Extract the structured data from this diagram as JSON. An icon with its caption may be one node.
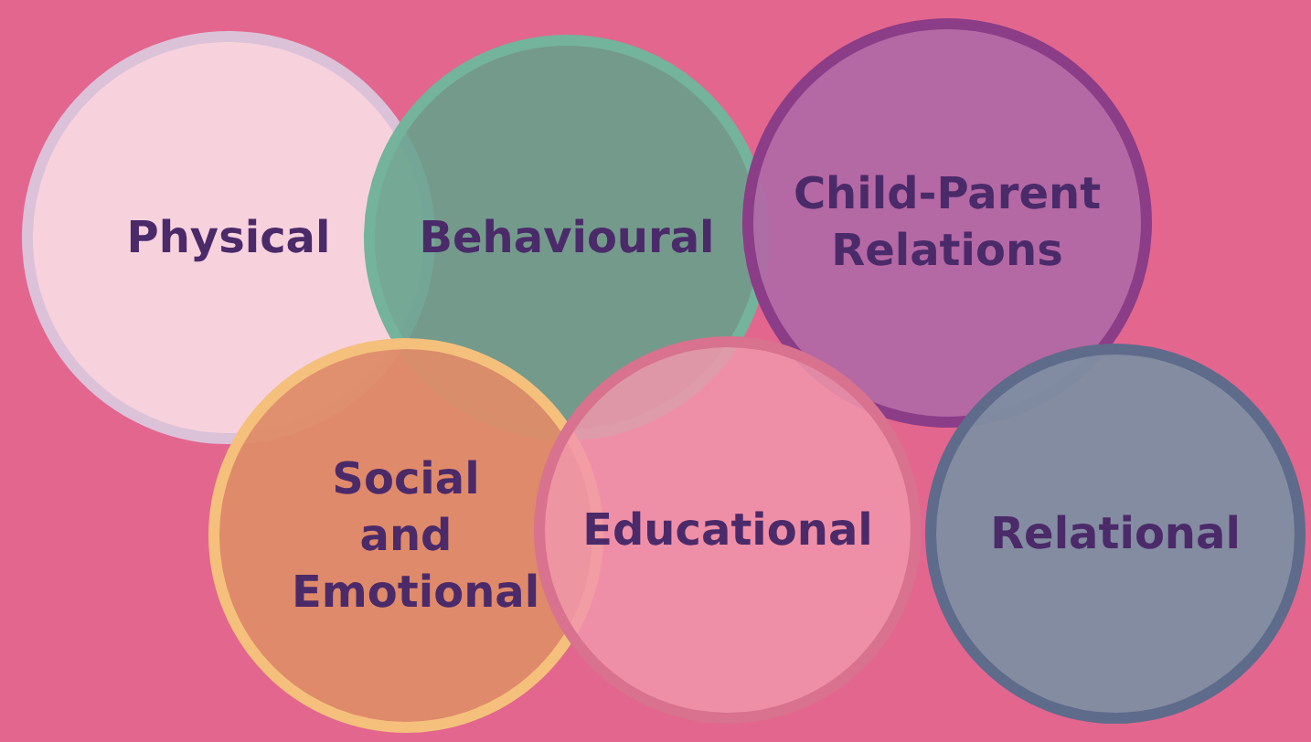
{
  "diagram": {
    "nodes": [
      {
        "text": [
          "Physical"
        ]
      },
      {
        "text": [
          "Behavioural"
        ]
      },
      {
        "text": [
          "Child-Parent Relations"
        ]
      },
      {
        "text": [
          "Social and Emotional"
        ]
      },
      {
        "text": [
          "Educational"
        ]
      },
      {
        "text": [
          "Relational"
        ]
      }
    ]
  }
}
